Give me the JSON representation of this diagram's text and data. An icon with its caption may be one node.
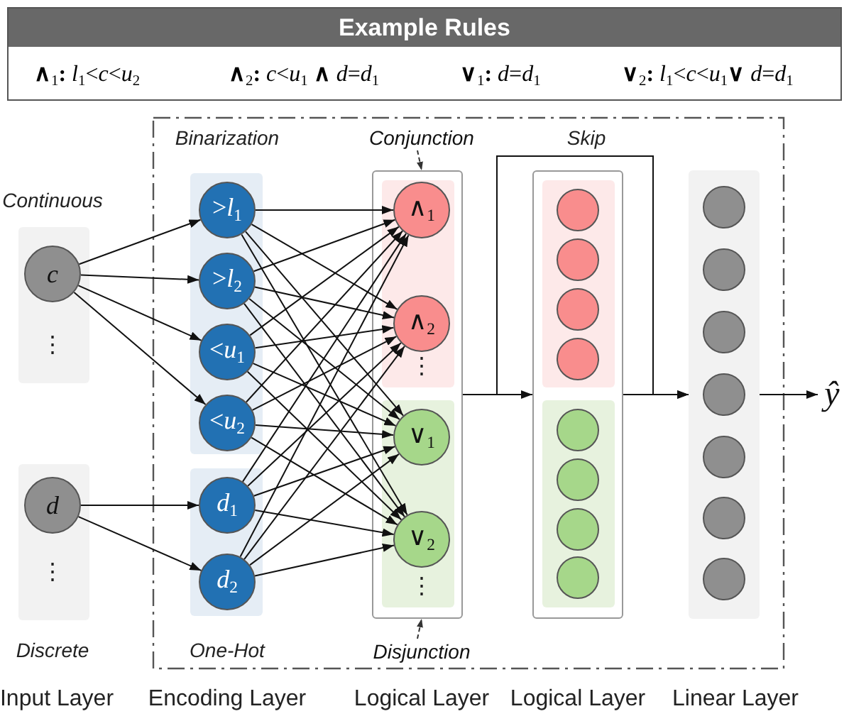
{
  "diagram": {
    "nodes": [
      {
        "text": [
          "Example Rules",
          "**∧**$_{1}$**:** *l*$_{1}$<*c*<*u*$_{2}$",
          "**∧**$_{2}$**:** *c*<*u*$_{1}$ **∧** *d*=*d*$_{1}$",
          "**∨**$_{1}$**:** *d*=*d*$_{1}$",
          "**∨**$_{2}$**:** *l*$_{1}$<*c*<*u*$_{1}$**∨** *d*=*d*$_{1}$"
        ]
      },
      {
        "text": [],
        "shape": "box"
      },
      {
        "text": [
          "c"
        ],
        "in": 1
      },
      {
        "text": [],
        "shape": "box"
      },
      {
        "text": [
          "d"
        ],
        "in": 3
      },
      {
        "text": [],
        "shape": "box"
      },
      {
        "text": [],
        "shape": "box",
        "in": 5
      },
      {
        "text": [
          ">*l*$_{1}$"
        ],
        "in": 6
      },
      {
        "text": [
          ">*l*$_{2}$"
        ],
        "in": 6
      },
      {
        "text": [
          "<*u*$_{1}$"
        ],
        "in": 6
      },
      {
        "text": [
          "<*u*$_{2}$"
        ],
        "in": 6
      },
      {
        "text": [],
        "shape": "box",
        "in": 5
      },
      {
        "text": [
          "*d*$_{1}$"
        ],
        "in": 11
      },
      {
        "text": [
          "*d*$_{2}$"
        ],
        "in": 11
      },
      {
        "text": [],
        "shape": "box",
        "in": 5
      },
      {
        "text": [],
        "shape": "box",
        "in": 14
      },
      {
        "text": [
          "∧$_{1}$"
        ],
        "in": 15
      },
      {
        "text": [
          "∧$_{2}$"
        ],
        "in": 15
      },
      {
        "text": [],
        "shape": "box",
        "in": 14
      },
      {
        "text": [
          "∨$_{1}$"
        ],
        "in": 18
      },
      {
        "text": [
          "∨$_{2}$"
        ],
        "in": 18
      },
      {
        "text": [],
        "shape": "box",
        "in": 5
      },
      {
        "text": [],
        "shape": "box",
        "in": 21
      },
      {
        "text": [],
        "shape": "circle",
        "in": 22
      },
      {
        "text": [],
        "shape": "circle",
        "in": 22
      },
      {
        "text": [],
        "shape": "circle",
        "in": 22
      },
      {
        "text": [],
        "shape": "circle",
        "in": 22
      },
      {
        "text": [],
        "shape": "box",
        "in": 21
      },
      {
        "text": [],
        "shape": "circle",
        "in": 27
      },
      {
        "text": [],
        "shape": "circle",
        "in": 27
      },
      {
        "text": [],
        "shape": "circle",
        "in": 27
      },
      {
        "text": [],
        "shape": "circle",
        "in": 27
      },
      {
        "text": [],
        "shape": "box",
        "in": 5
      },
      {
        "text": [],
        "shape": "circle",
        "in": 32
      },
      {
        "text": [],
        "shape": "circle",
        "in": 32
      },
      {
        "text": [],
        "shape": "circle",
        "in": 32
      },
      {
        "text": [],
        "shape": "circle",
        "in": 32
      },
      {
        "text": [],
        "shape": "circle",
        "in": 32
      },
      {
        "text": [],
        "shape": "circle",
        "in": 32
      },
      {
        "text": [],
        "shape": "circle",
        "in": 32
      },
      {
        "text": [
          "ŷ"
        ]
      },
      {
        "text": [
          "Conjunction"
        ],
        "in": 5
      },
      {
        "text": [
          "Disjunction"
        ],
        "in": 5
      }
    ],
    "edges": [
      {
        "from": 2,
        "to": 7,
        "arrow": "to"
      },
      {
        "from": 2,
        "to": 8,
        "arrow": "to"
      },
      {
        "from": 2,
        "to": 9,
        "arrow": "to"
      },
      {
        "from": 2,
        "to": 10,
        "arrow": "to"
      },
      {
        "from": 4,
        "to": 12,
        "arrow": "to"
      },
      {
        "from": 4,
        "to": 13,
        "arrow": "to"
      },
      {
        "from": 7,
        "to": 16,
        "arrow": "to"
      },
      {
        "from": 7,
        "to": 17,
        "arrow": "to"
      },
      {
        "from": 7,
        "to": 19,
        "arrow": "to"
      },
      {
        "from": 7,
        "to": 20,
        "arrow": "to"
      },
      {
        "from": 8,
        "to": 16,
        "arrow": "to"
      },
      {
        "from": 8,
        "to": 17,
        "arrow": "to"
      },
      {
        "from": 8,
        "to": 19,
        "arrow": "to"
      },
      {
        "from": 8,
        "to": 20,
        "arrow": "to"
      },
      {
        "from": 9,
        "to": 16,
        "arrow": "to"
      },
      {
        "from": 9,
        "to": 17,
        "arrow": "to"
      },
      {
        "from": 9,
        "to": 19,
        "arrow": "to"
      },
      {
        "from": 9,
        "to": 20,
        "arrow": "to"
      },
      {
        "from": 10,
        "to": 16,
        "arrow": "to"
      },
      {
        "from": 10,
        "to": 17,
        "arrow": "to"
      },
      {
        "from": 10,
        "to": 19,
        "arrow": "to"
      },
      {
        "from": 10,
        "to": 20,
        "arrow": "to"
      },
      {
        "from": 12,
        "to": 16,
        "arrow": "to"
      },
      {
        "from": 12,
        "to": 17,
        "arrow": "to"
      },
      {
        "from": 12,
        "to": 19,
        "arrow": "to"
      },
      {
        "from": 12,
        "to": 20,
        "arrow": "to"
      },
      {
        "from": 13,
        "to": 16,
        "arrow": "to"
      },
      {
        "from": 13,
        "to": 17,
        "arrow": "to"
      },
      {
        "from": 13,
        "to": 19,
        "arrow": "to"
      },
      {
        "from": 13,
        "to": 20,
        "arrow": "to"
      },
      {
        "from": 14,
        "to": 21,
        "arrow": "to"
      },
      {
        "from": 14,
        "to": 32,
        "arrow": "to",
        "label": "Skip"
      },
      {
        "from": 21,
        "to": 32,
        "arrow": "to"
      },
      {
        "from": 32,
        "to": 40,
        "arrow": "to"
      },
      {
        "from": 41,
        "to": 14,
        "arrow": "to",
        "style": "dashed"
      },
      {
        "from": 42,
        "to": 14,
        "arrow": "to",
        "style": "dashed"
      }
    ],
    "labels": [
      "Continuous",
      "⋮",
      "⋮",
      "Discrete",
      "Binarization",
      "One-Hot",
      "⋮",
      "⋮",
      "Input Layer",
      "Encoding Layer",
      "Logical Layer",
      "Logical Layer",
      "Linear Layer"
    ]
  }
}
